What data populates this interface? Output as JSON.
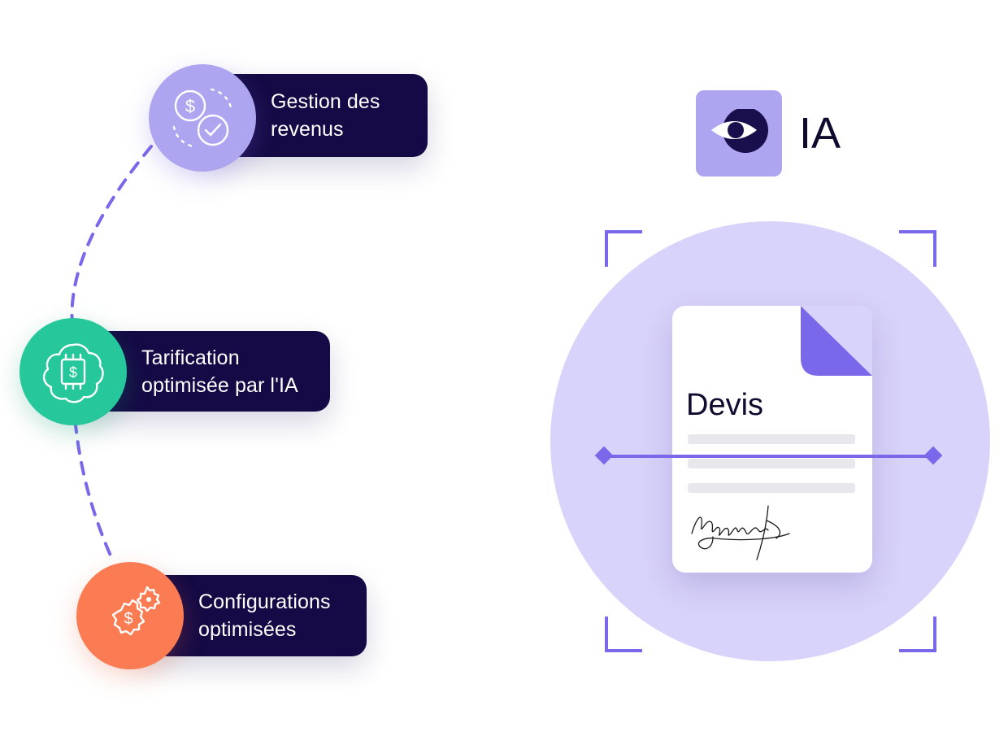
{
  "features": [
    {
      "label": "Gestion des\nrevenus",
      "icon": "revenue-check-icon",
      "color": "#aea5f0"
    },
    {
      "label": "Tarification\noptimisée par l'IA",
      "icon": "ai-chip-dollar-icon",
      "color": "#26c79a"
    },
    {
      "label": "Configurations\noptimisées",
      "icon": "gear-dollar-icon",
      "color": "#fb7b52"
    }
  ],
  "ai": {
    "label": "IA",
    "icon": "eye-icon",
    "icon_bg": "#aea5f0"
  },
  "document": {
    "title": "Devis",
    "signature_icon": "signature-icon",
    "fold_color": "#7a68ea"
  },
  "colors": {
    "pill_bg": "#150a45",
    "accent": "#7a68ea",
    "scan_circle": "#d8d3fa"
  }
}
